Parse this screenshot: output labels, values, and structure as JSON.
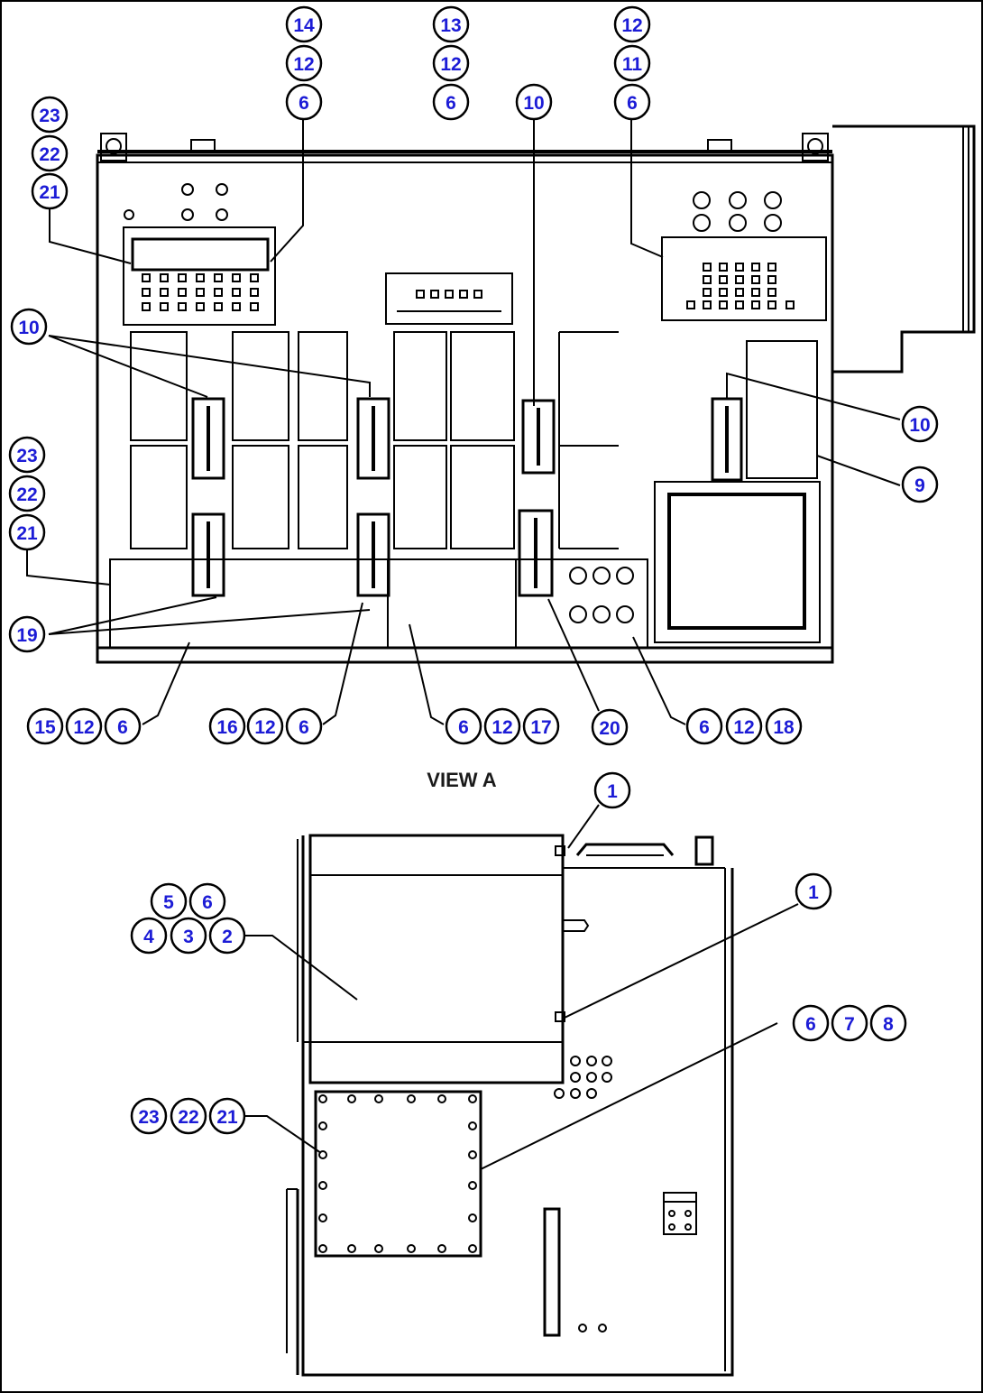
{
  "view_label": "VIEW A",
  "callouts": {
    "top_left_column": [
      "14",
      "12",
      "6"
    ],
    "top_center_column": [
      "13",
      "12",
      "6"
    ],
    "top_right_column": [
      "12",
      "11",
      "6"
    ],
    "top_connector": "10",
    "far_left_upper": [
      "23",
      "22",
      "21"
    ],
    "left_connector": "10",
    "far_left_lower": [
      "23",
      "22",
      "21"
    ],
    "left_bottom": "19",
    "right_connector": "10",
    "right_panel": "9",
    "bottom_row_1": [
      "15",
      "12",
      "6"
    ],
    "bottom_row_2": [
      "16",
      "12",
      "6"
    ],
    "bottom_row_3": [
      "6",
      "12",
      "17"
    ],
    "bottom_row_4": "20",
    "bottom_row_5": [
      "6",
      "12",
      "18"
    ],
    "lower_top": "1",
    "lower_right": "1",
    "lower_cluster_top": [
      "5",
      "6"
    ],
    "lower_cluster_bottom": [
      "4",
      "3",
      "2"
    ],
    "lower_right_group": [
      "6",
      "7",
      "8"
    ],
    "lower_left_group": [
      "23",
      "22",
      "21"
    ]
  }
}
